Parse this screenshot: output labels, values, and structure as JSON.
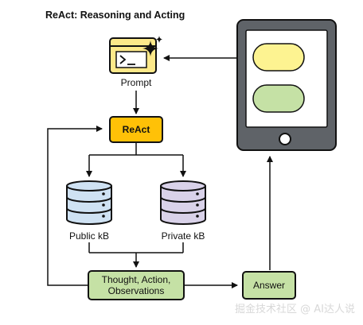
{
  "title": "ReAct: Reasoning and Acting",
  "nodes": {
    "prompt": {
      "label": "Prompt",
      "icon": "terminal-sparkle-icon"
    },
    "react": {
      "label": "ReAct"
    },
    "public_kb": {
      "label": "Public kB",
      "icon": "database-icon"
    },
    "private_kb": {
      "label": "Private kB",
      "icon": "database-icon"
    },
    "thought": {
      "label": "Thought, Action,\nObservations"
    },
    "answer": {
      "label": "Answer"
    },
    "device": {
      "icon": "smartphone-icon"
    }
  },
  "colors": {
    "prompt_fill": "#fde98a",
    "react_fill": "#ffc107",
    "public_db_fill": "#cfe2f3",
    "private_db_fill": "#d9d2e9",
    "green_box_fill": "#c5e1a5",
    "phone_body": "#5f6368",
    "phone_screen": "#ffffff",
    "pill_yellow": "#fdf391",
    "pill_green": "#c5e1a5"
  },
  "watermark": "掘金技术社区 @ AI达人说"
}
